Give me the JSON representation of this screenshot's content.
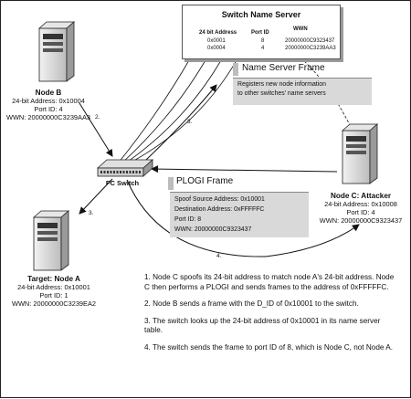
{
  "name_server": {
    "title": "Switch Name Server",
    "headers": [
      "24 bit Address",
      "Port ID",
      "WWN"
    ],
    "rows": [
      [
        "0x0001",
        "8",
        "20000000C9323437"
      ],
      [
        "0x0004",
        "4",
        "20000000C3239AA3"
      ]
    ]
  },
  "name_server_frame": {
    "title": "Name Server Frame",
    "text": [
      "Registers new node information",
      "to other switches' name servers"
    ]
  },
  "plogi_frame": {
    "title": "PLOGI Frame",
    "lines": [
      "Spoof Source Address: 0x10001",
      "Destination Address: 0xFFFFFC",
      "Port ID: 8",
      "WWN: 20000000C9323437"
    ]
  },
  "switch": {
    "label": "FC Switch"
  },
  "node_b": {
    "title": "Node B",
    "lines": [
      "24-bit Address: 0x10004",
      "Port ID: 4",
      "WWN: 20000000C3239AA3"
    ]
  },
  "node_c": {
    "title": "Node C: Attacker",
    "lines": [
      "24-bit Address: 0x10008",
      "Port ID: 4",
      "WWN: 20000000C9323437"
    ]
  },
  "node_a": {
    "title": "Target: Node A",
    "lines": [
      "24-bit Address: 0x10001",
      "Port ID: 1",
      "WWN: 20000000C3239EA2"
    ]
  },
  "arrow_labels": [
    "2.",
    "3.",
    "3.",
    "4."
  ],
  "steps": [
    "1. Node C spoofs its 24-bit address to match node A's 24-bit address. Node C then performs a PLOGI and sends frames to the address of 0xFFFFFC.",
    "2. Node B sends a frame with the D_ID of 0x10001 to the switch.",
    "3. The switch looks up the 24-bit address of 0x10001 in its name server table.",
    "4. The switch sends the frame to port ID of 8, which is Node C, not Node A."
  ]
}
